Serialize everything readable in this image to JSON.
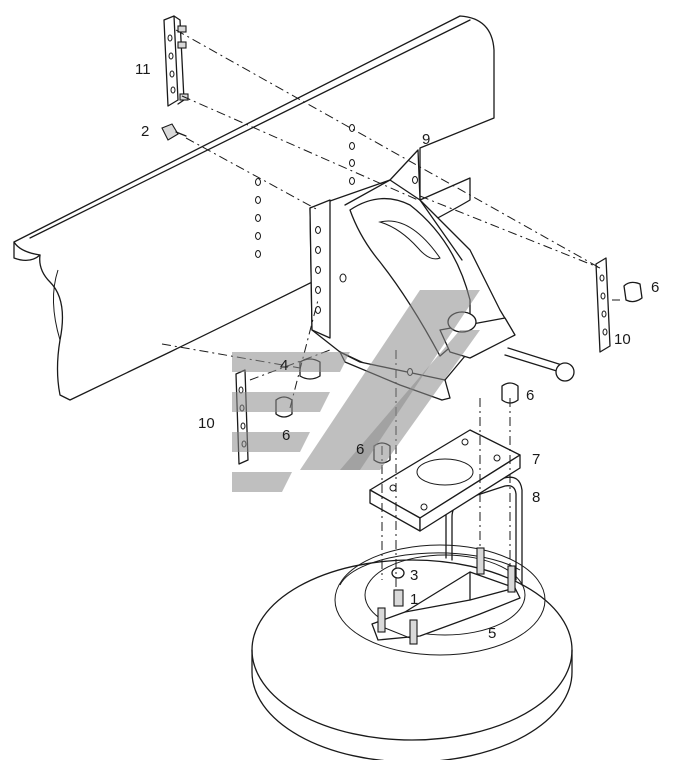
{
  "callouts": {
    "c1": "1",
    "c2": "2",
    "c3": "3",
    "c4": "4",
    "c5": "5",
    "c6a": "6",
    "c6b": "6",
    "c6c": "6",
    "c6d": "6",
    "c7": "7",
    "c8": "8",
    "c9": "9",
    "c10a": "10",
    "c10b": "10",
    "c11": "11"
  },
  "colors": {
    "ink": "#1a1a1a",
    "watermark": "#8a8a8a"
  }
}
